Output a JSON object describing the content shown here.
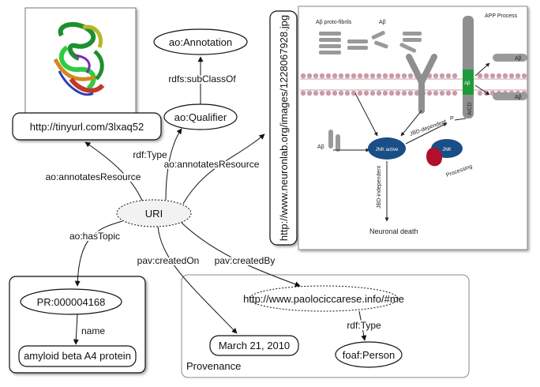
{
  "nodes": {
    "url_box": "http://tinyurl.com/3lxaq52",
    "annotation": "ao:Annotation",
    "qualifier": "ao:Qualifier",
    "uri": "URI",
    "topic": "PR:000004168",
    "protein": "amyloid beta A4 protein",
    "person_uri": "http://www.paolociccarese.info/#me",
    "date": "March 21, 2010",
    "person_class": "foaf:Person",
    "provenance_label": "Provenance",
    "image_url": "http://www.neuronlab.org/images/1228067928.jpg"
  },
  "edges": {
    "subclass": "rdfs:subClassOf",
    "rdf_type_1": "rdf:Type",
    "annotates_1": "ao:annotatesResource",
    "annotates_2": "ao:annotatesResource",
    "has_topic": "ao:hasTopic",
    "created_on": "pav:createdOn",
    "created_by": "pav:createdBy",
    "name": "name",
    "rdf_type_2": "rdf:Type"
  },
  "figure": {
    "proto_fibrils": "Aβ proto-fibrils",
    "abeta_top": "Aβ",
    "abeta_left": "Aβ",
    "app_process": "APP Process",
    "ab_right_1": "Aβ",
    "ab_right_2": "Aβ",
    "jbd_dependent": "JBD-dependent",
    "jbd_independent": "JBD-independent",
    "jnk_active": "JNK active",
    "jnk": "JNK",
    "processing": "Processing",
    "neuronal_death": "Neuronal death",
    "p": "P",
    "aicd": "AICD",
    "app_ab": "Aβ"
  },
  "colors": {
    "jnk_blue": "#1a4e86",
    "red_protein": "#b0102a",
    "membrane": "#c99ca6",
    "app_green": "#1f9a3a",
    "app_grey": "#8f8f8f"
  }
}
